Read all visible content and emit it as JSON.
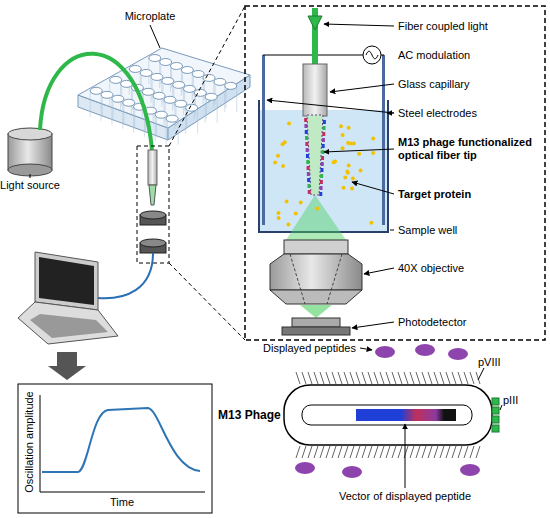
{
  "diagram": {
    "labels": [
      "Light source",
      "Microplate",
      "Fiber coupled light",
      "AC modulation",
      "Glass capillary",
      "Steel electrodes",
      "M13 phage functionalized optical fiber tip",
      "Target protein",
      "Sample well",
      "40X objective",
      "Photodetector",
      "Oscillation amplitude",
      "Time",
      "Displayed peptides",
      "pVIII",
      "pIII",
      "M13 Phage",
      "Vector of displayed peptide"
    ]
  }
}
